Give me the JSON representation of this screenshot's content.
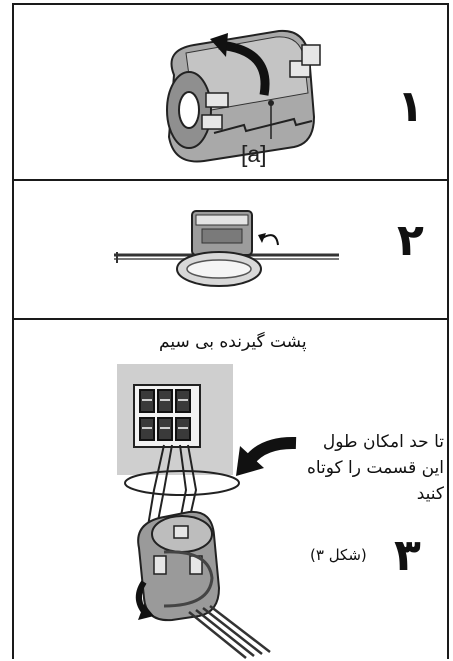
{
  "panels": [
    {
      "step_number": "١",
      "callout_label": "[a]"
    },
    {
      "step_number": "٢"
    },
    {
      "step_number": "٣",
      "header": "پشت گیرنده بی سیم",
      "instruction_lines": [
        "تا حد امکان طول",
        "این قسمت را کوتاه",
        "کنید"
      ],
      "figure_ref": "(شکل ٣)"
    }
  ],
  "colors": {
    "border": "#1a1a1a",
    "device_gray": "#cfcfcf",
    "ferrite_dark": "#8c8c8c",
    "ferrite_light": "#bdbdbd"
  }
}
